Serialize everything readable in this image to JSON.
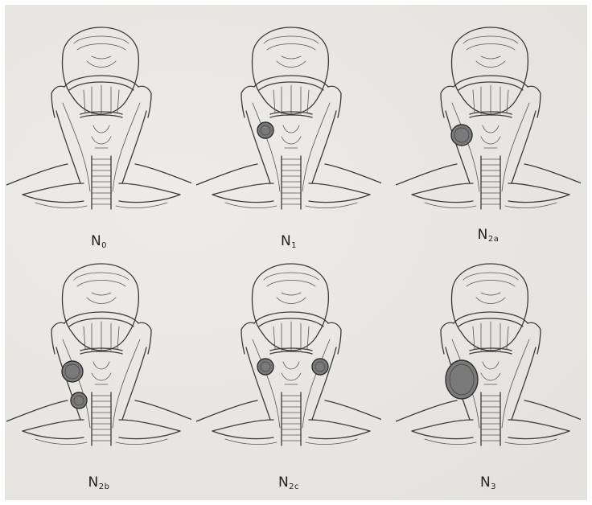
{
  "figure": {
    "panels": [
      {
        "id": "n0",
        "label_main": "N",
        "label_sub": "0",
        "nodes": []
      },
      {
        "id": "n1",
        "label_main": "N",
        "label_sub": "1",
        "nodes": [
          {
            "side": "left",
            "size": "small"
          }
        ]
      },
      {
        "id": "n2a",
        "label_main": "N",
        "label_sub": "2a",
        "nodes": [
          {
            "side": "left",
            "size": "medium"
          }
        ]
      },
      {
        "id": "n2b",
        "label_main": "N",
        "label_sub": "2b",
        "nodes": [
          {
            "side": "left",
            "size": "medium"
          },
          {
            "side": "left-low",
            "size": "small"
          }
        ]
      },
      {
        "id": "n2c",
        "label_main": "N",
        "label_sub": "2c",
        "nodes": [
          {
            "side": "left",
            "size": "small"
          },
          {
            "side": "right",
            "size": "small"
          }
        ]
      },
      {
        "id": "n3",
        "label_main": "N",
        "label_sub": "3",
        "nodes": [
          {
            "side": "left",
            "size": "large"
          }
        ]
      }
    ]
  },
  "colors": {
    "sheet": "#e9e7e3",
    "line": "#3a3a3a",
    "node_fill": "#7a7a7a"
  }
}
